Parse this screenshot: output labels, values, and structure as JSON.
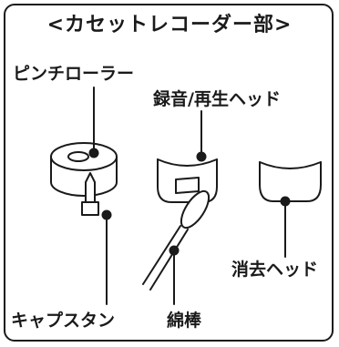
{
  "title": "<カセットレコーダー部>",
  "labels": {
    "pinch_roller": "ピンチローラー",
    "record_playback_head": "録音/再生ヘッド",
    "erase_head": "消去ヘッド",
    "capstan": "キャプスタン",
    "cotton_swab": "綿棒"
  },
  "colors": {
    "line": "#1a1a1a",
    "background": "#ffffff"
  }
}
